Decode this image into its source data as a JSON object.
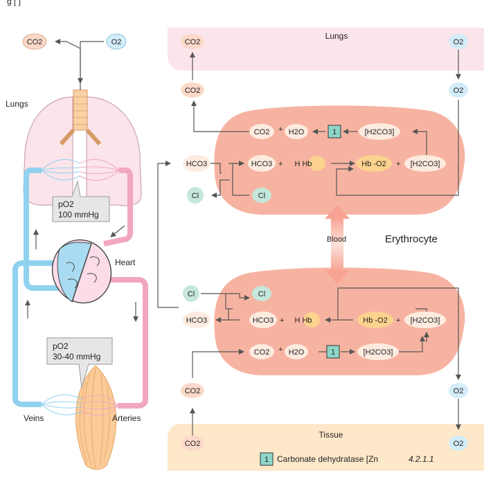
{
  "title_fragment": "g              [        ]",
  "left": {
    "co2": "CO2",
    "o2": "O2",
    "lungs": "Lungs",
    "po2_top_line1": "pO2",
    "po2_top_line2": "100 mmHg",
    "heart": "Heart",
    "po2_bottom_line1": "pO2",
    "po2_bottom_line2": "30-40 mmHg",
    "veins": "Veins",
    "arteries": "Arteries"
  },
  "right": {
    "lungs_label": "Lungs",
    "tissue_label": "Tissue",
    "blood_label": "Blood",
    "erythrocyte_label": "Erythrocyte",
    "co2": "CO2",
    "o2": "O2",
    "h2o": "H2O",
    "hco3": "HCO3",
    "cl": "Cl",
    "h_hb": "H Hb",
    "hb_o2": "Hb -O2",
    "h2co3": "[H2CO3]",
    "plus": "+",
    "enzyme_num": "1",
    "enzyme_text": "Carbonate dehydratase [Zn",
    "enzyme_ec": "4.2.1.1"
  },
  "colors": {
    "co2_fill": "#fbd9c8",
    "o2_fill": "#d2ecf8",
    "hco3_fill": "#fdebe0",
    "cl_fill": "#c5e7dc",
    "hb_fill": "#fbd28e",
    "cell": "#f7b3a1",
    "lung_band": "#fbe4ea",
    "tissue_band": "#fde8c9",
    "enzyme_fill": "#8ed6c8",
    "vein": "#8fd1ef",
    "artery": "#f1a6c2"
  }
}
